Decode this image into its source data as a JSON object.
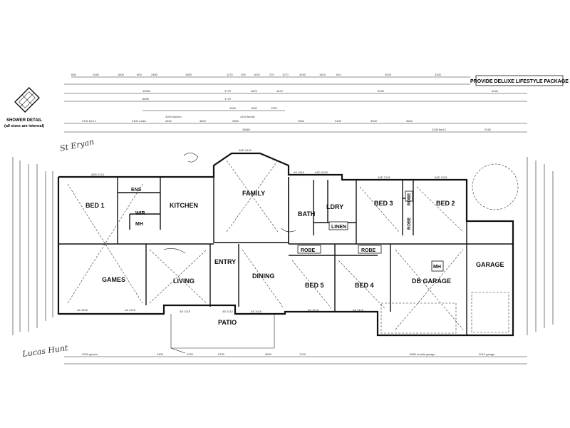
{
  "title_box": "PROVIDE DELUXE LIFESTYLE PACKAGE",
  "shower_detail": {
    "title": "SHOWER DETAIL",
    "subtitle": "(all sizes are internal)"
  },
  "rooms": {
    "bed1": "BED 1",
    "ens": "ENS",
    "wir": "WIR",
    "mh_left": "MH",
    "kitchen": "KITCHEN",
    "family": "FAMILY",
    "bath": "BATH",
    "ldry": "LDRY",
    "linen": "LINEN",
    "bed3": "BED 3",
    "robe_bed3": "ROBE",
    "bed2": "BED 2",
    "robe_bed2": "ROBE",
    "games": "GAMES",
    "living": "LIVING",
    "entry": "ENTRY",
    "dining": "DINING",
    "robe_bed5": "ROBE",
    "bed5": "BED 5",
    "robe_bed4": "ROBE",
    "bed4": "BED 4",
    "mh_right": "MH",
    "db_garage": "DB GARAGE",
    "garage": "GARAGE",
    "patio": "PATIO"
  },
  "dimensions": {
    "top_row": [
      "600",
      "2440",
      "1800",
      "600",
      "2480",
      "1650",
      "1170",
      "290",
      "1670",
      "270",
      "1170",
      "3150",
      "1400",
      "610",
      "3020",
      "3320"
    ],
    "row2": [
      "10950",
      "1770",
      "2870",
      "1670",
      "9290",
      "3440"
    ],
    "row3": [
      "6690",
      "1770",
      "1040",
      "1600",
      "1300"
    ],
    "row4": [
      "4200 kitchen",
      "2100 family"
    ],
    "row5": [
      "3720 bed 1",
      "3100 robes",
      "2400",
      "3600",
      "3960",
      "2540",
      "3100",
      "3200",
      "3540",
      "3100 bed 2",
      "2160"
    ],
    "overall": "26660",
    "bottom": [
      "2090 games",
      "2400",
      "2200",
      "5720",
      "3600",
      "7100",
      "6580 double garage",
      "3010 garage"
    ]
  },
  "window_labels": [
    "A5D 2124",
    "A5D 2449",
    "A5 1818",
    "A5D 2026",
    "A5D 2118",
    "A5D 2118",
    "A5 1818",
    "A5 1218",
    "A5 1218",
    "A5 1212",
    "A5 1018",
    "A5 1218",
    "A5 1418"
  ],
  "signatures": {
    "top": "St Eryan",
    "bottom": "Lucas Hunt"
  }
}
